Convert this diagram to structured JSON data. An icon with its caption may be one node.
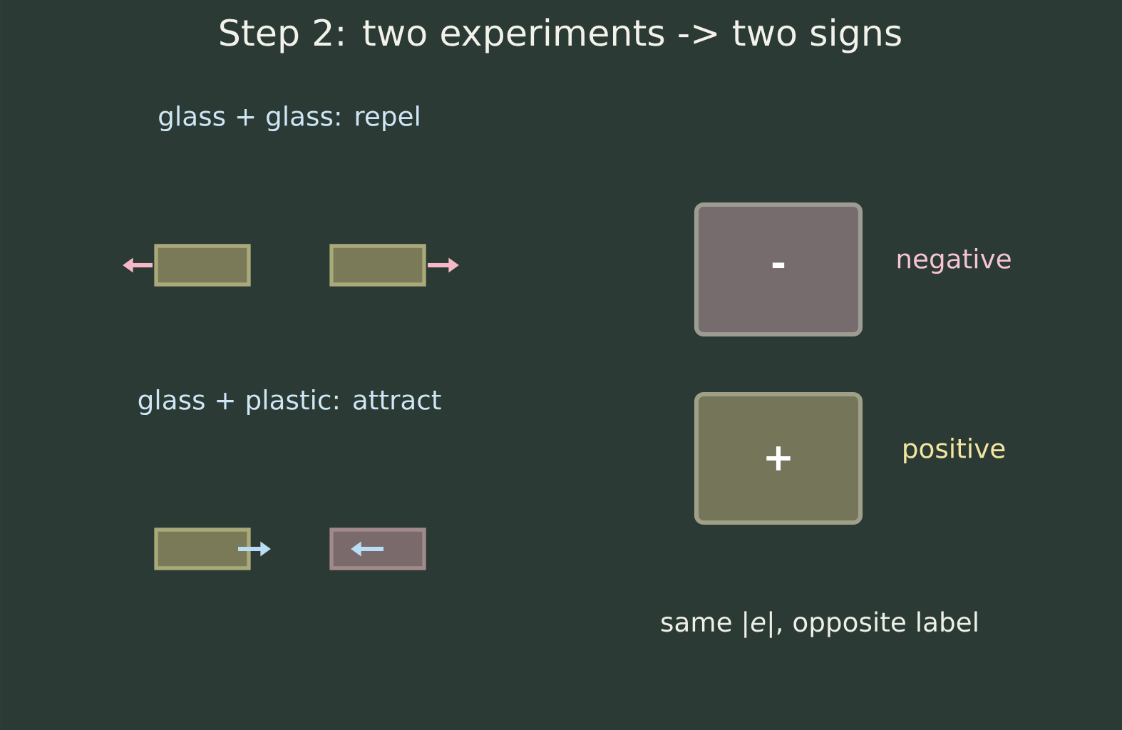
{
  "diagram": {
    "title": "Step 2: two experiments -> two signs",
    "nodes": [
      {
        "text": [],
        "shape": "bar"
      },
      {
        "text": [],
        "shape": "bar"
      },
      {
        "text": [],
        "shape": "bar"
      },
      {
        "text": [],
        "shape": "bar"
      },
      {
        "text": [
          "-"
        ],
        "beside": [
          "negative"
        ]
      },
      {
        "text": [
          "+"
        ],
        "beside": [
          "positive"
        ]
      }
    ],
    "labels": [
      "glass + glass: repel",
      "glass + plastic: attract",
      "same |*e*|, opposite label"
    ]
  }
}
